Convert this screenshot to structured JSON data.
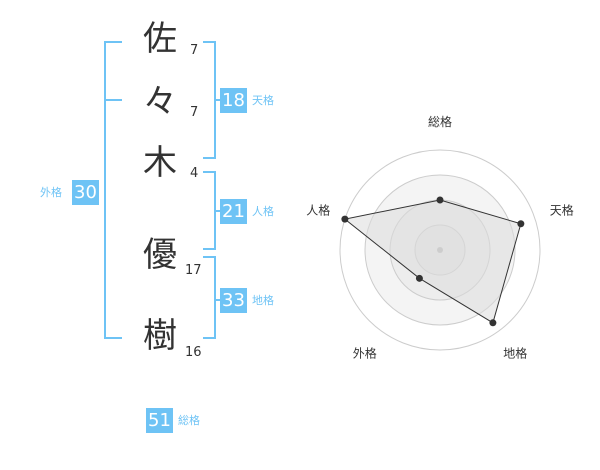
{
  "name": {
    "characters": [
      {
        "char": "佐",
        "strokes": "7"
      },
      {
        "char": "々",
        "strokes": "7"
      },
      {
        "char": "木",
        "strokes": "4"
      },
      {
        "char": "優",
        "strokes": "17"
      },
      {
        "char": "樹",
        "strokes": "16"
      }
    ]
  },
  "fortunes": {
    "tenkaku": {
      "value": "18",
      "label": "天格"
    },
    "jinkaku": {
      "value": "21",
      "label": "人格"
    },
    "chikaku": {
      "value": "33",
      "label": "地格"
    },
    "gaikaku": {
      "value": "30",
      "label": "外格"
    },
    "soukaku": {
      "value": "51",
      "label": "総格"
    }
  },
  "chart_data": {
    "type": "radar",
    "axes": [
      "総格",
      "天格",
      "地格",
      "外格",
      "人格"
    ],
    "values": [
      0.5,
      0.85,
      0.9,
      0.35,
      1.0
    ],
    "max": 1.0,
    "rings": 4,
    "colors": {
      "fill": "#ececec",
      "line": "#333333",
      "grid": "#cccccc",
      "accent": "#6ec3f5"
    }
  }
}
